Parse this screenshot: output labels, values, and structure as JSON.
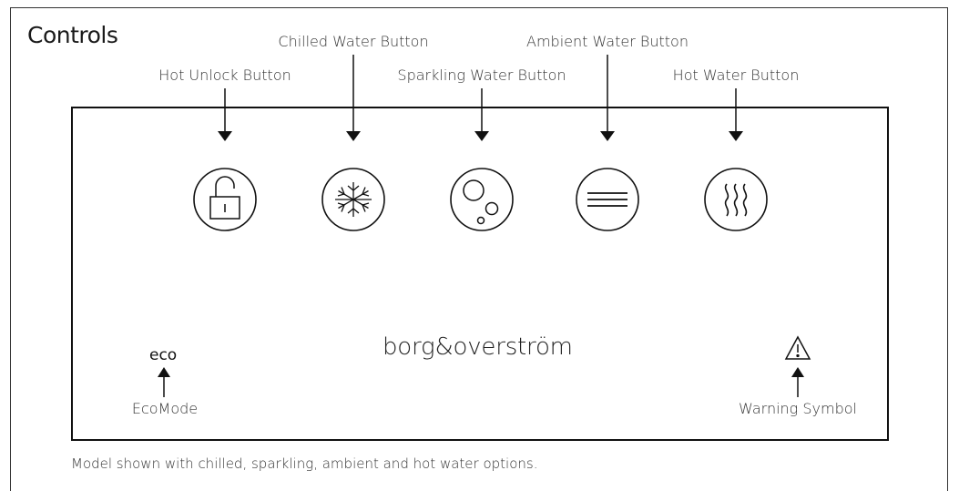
{
  "title": "Controls",
  "labels": {
    "hot_unlock": "Hot Unlock Button",
    "chilled": "Chilled Water Button",
    "sparkling": "Sparkling Water Button",
    "ambient": "Ambient Water Button",
    "hot_water": "Hot Water Button",
    "eco_mode": "EcoMode",
    "warning": "Warning Symbol"
  },
  "panel": {
    "brand": "borg&overström",
    "eco_text": "eco",
    "warning_glyph": "⚠"
  },
  "buttons": [
    {
      "name": "hot-unlock-button",
      "icon": "unlock-icon"
    },
    {
      "name": "chilled-water-button",
      "icon": "snowflake-icon"
    },
    {
      "name": "sparkling-water-button",
      "icon": "bubbles-icon"
    },
    {
      "name": "ambient-water-button",
      "icon": "three-lines-icon"
    },
    {
      "name": "hot-water-button",
      "icon": "steam-waves-icon"
    }
  ],
  "caption": "Model shown with chilled, sparkling, ambient and hot water options.",
  "colors": {
    "line": "#111111",
    "text": "#333333",
    "background": "#ffffff"
  }
}
